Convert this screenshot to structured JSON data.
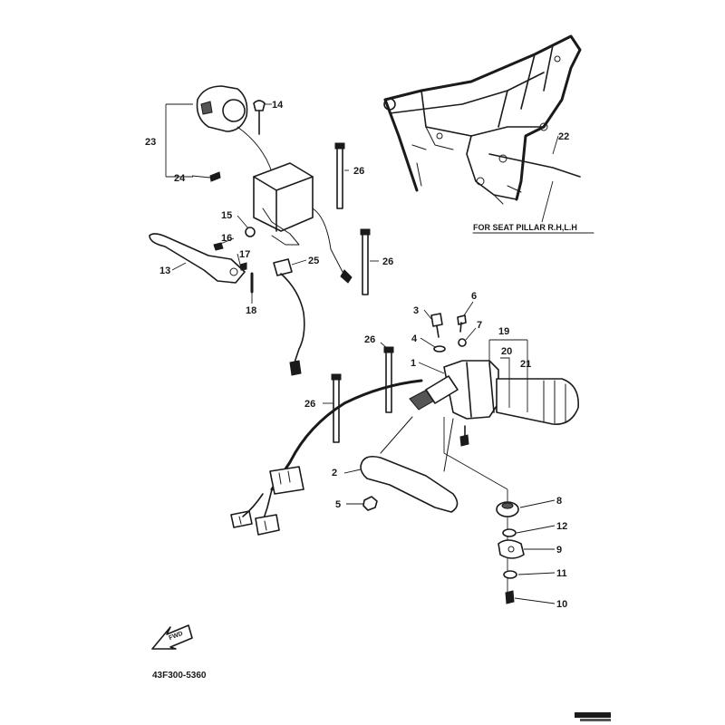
{
  "diagram": {
    "callouts": {
      "c1": "1",
      "c2": "2",
      "c3": "3",
      "c4": "4",
      "c5": "5",
      "c6": "6",
      "c7": "7",
      "c8": "8",
      "c9": "9",
      "c10": "10",
      "c11": "11",
      "c12": "12",
      "c13": "13",
      "c14": "14",
      "c15": "15",
      "c16": "16",
      "c17": "17",
      "c18": "18",
      "c19": "19",
      "c20": "20",
      "c21": "21",
      "c22": "22",
      "c23": "23",
      "c24": "24",
      "c25": "25",
      "c26a": "26",
      "c26b": "26",
      "c26c": "26",
      "c26d": "26"
    },
    "frame_note": "FOR SEAT PILLAR R.H,L.H",
    "front_arrow_text": "FWD",
    "catalog_code": "43F300-5360"
  }
}
